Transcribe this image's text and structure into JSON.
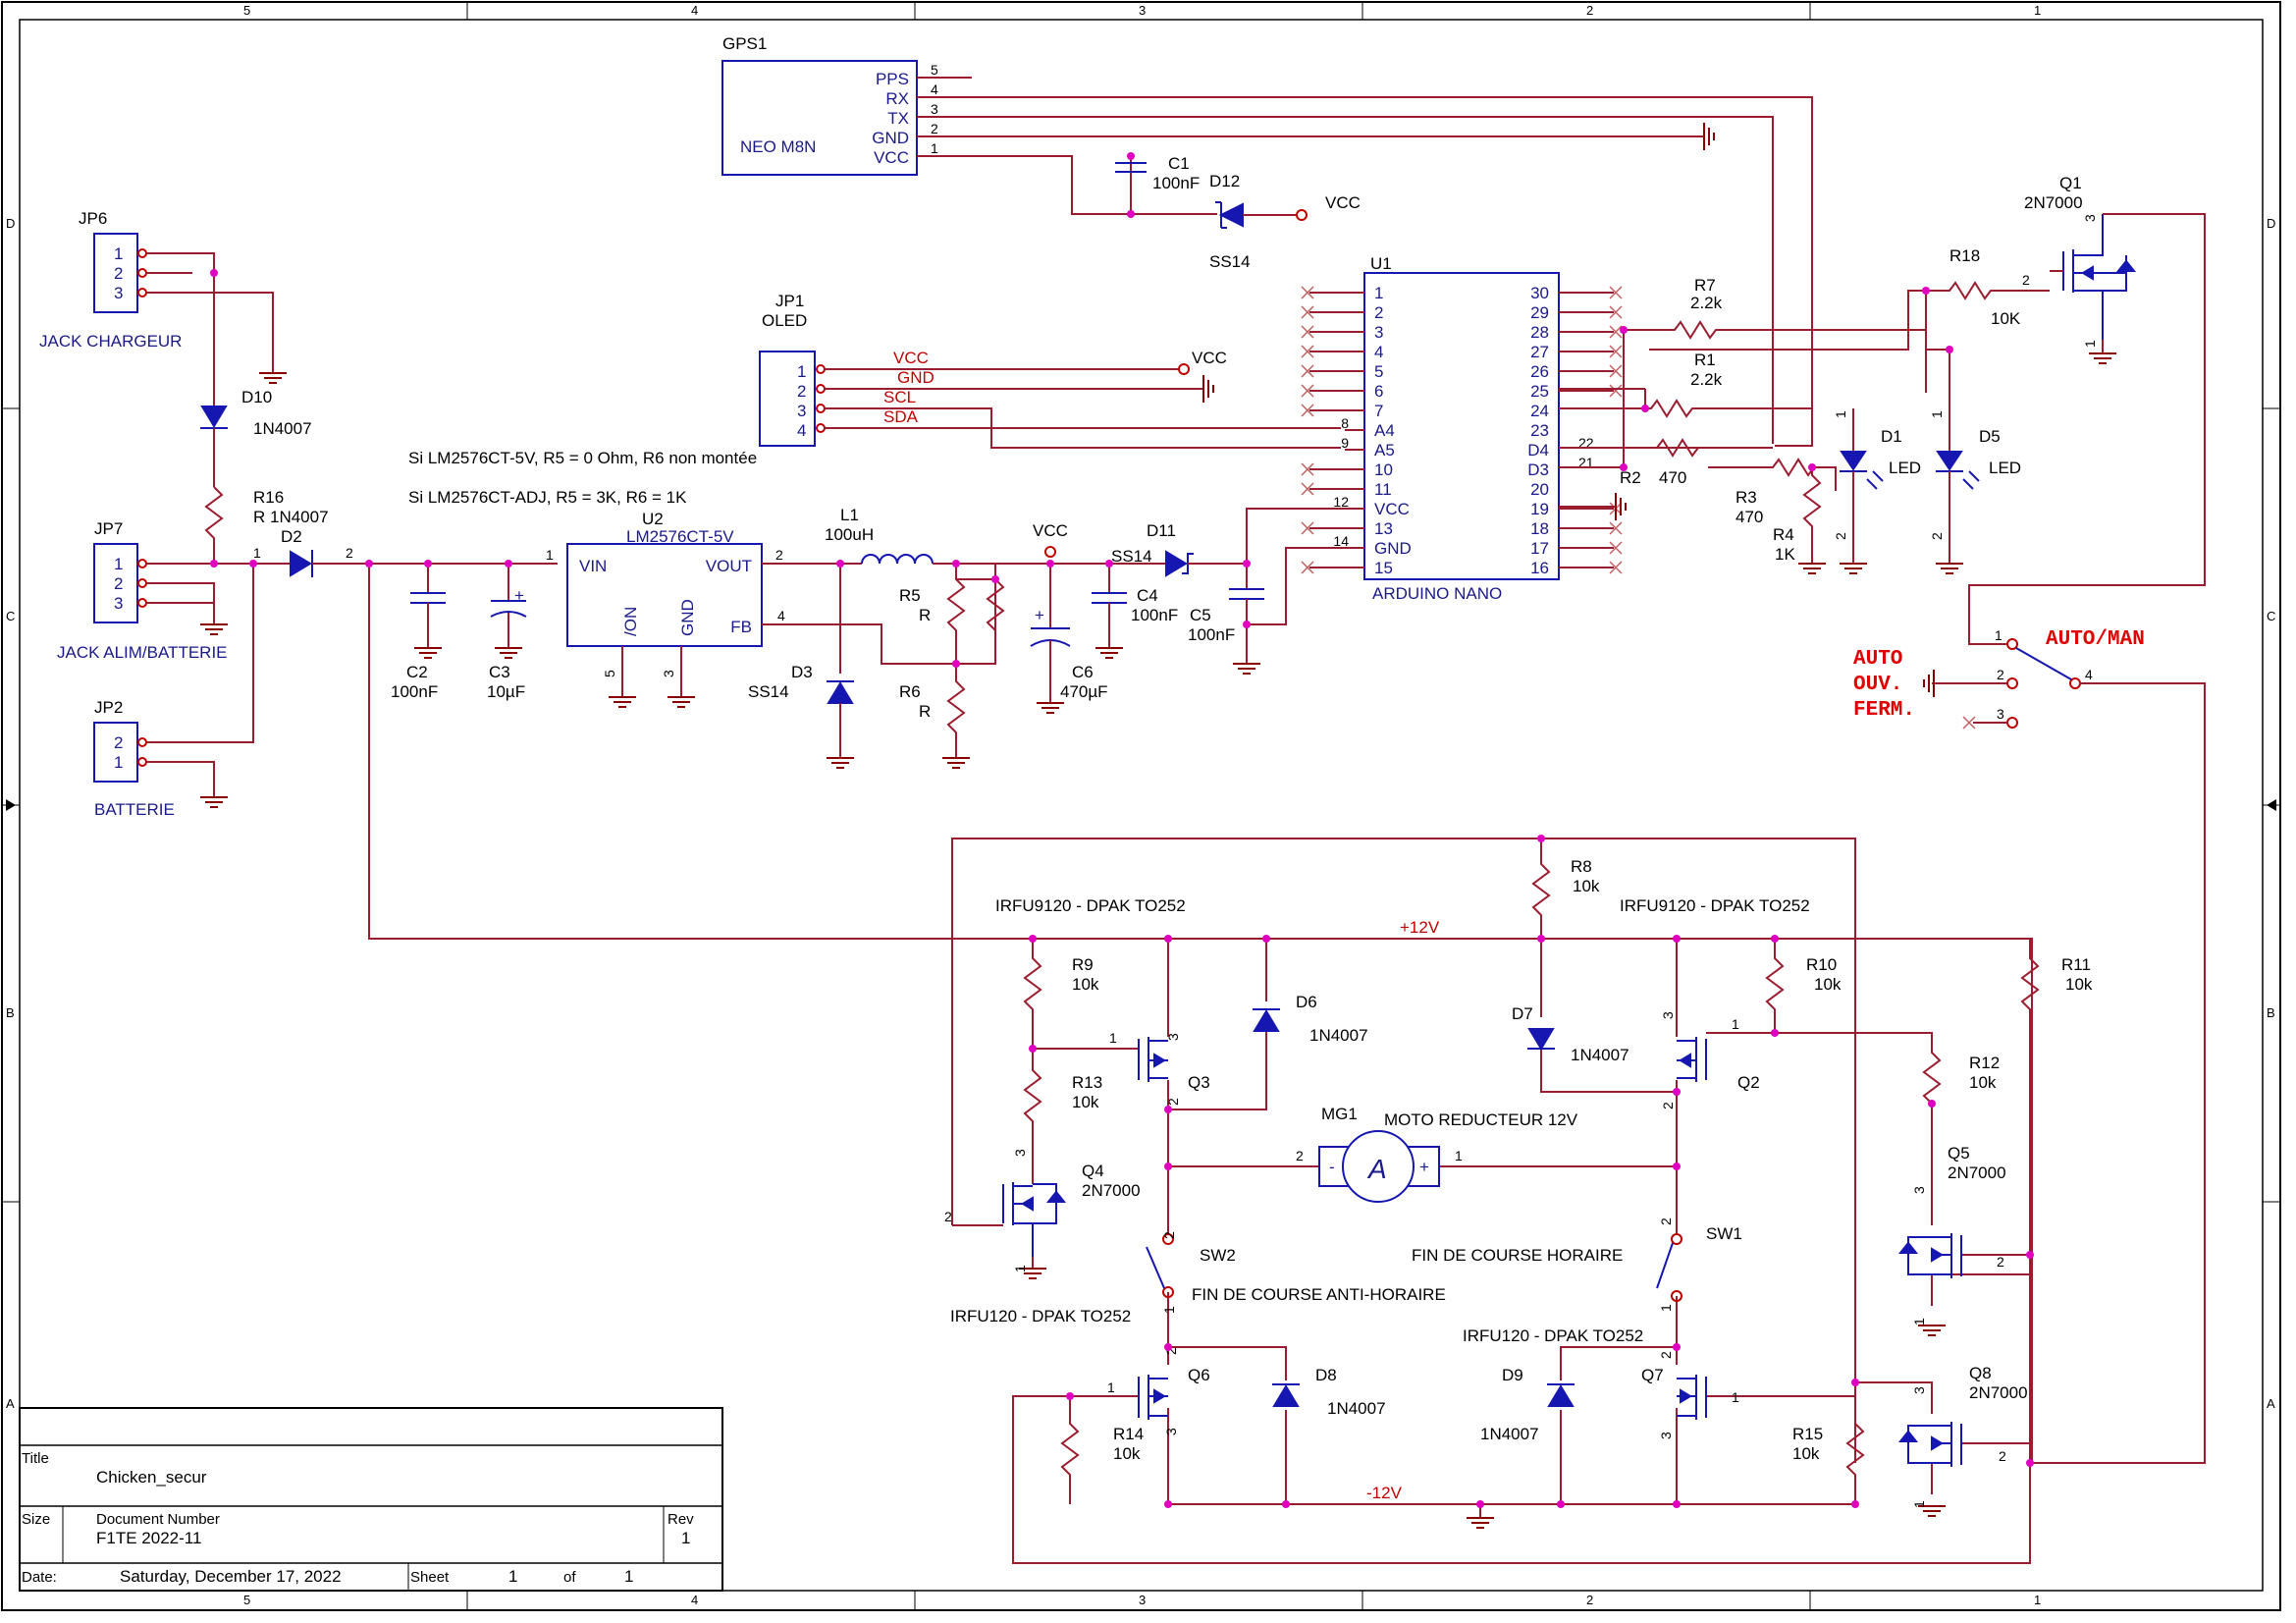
{
  "frame": {
    "cols_top": [
      "5",
      "4",
      "3",
      "2",
      "1"
    ],
    "cols_bottom": [
      "5",
      "4",
      "3",
      "2",
      "1"
    ],
    "rows_left": [
      "D",
      "C",
      "B",
      "A"
    ],
    "rows_right": [
      "D",
      "C",
      "B",
      "A"
    ]
  },
  "title_block": {
    "title_label": "Title",
    "title": "Chicken_secur",
    "size_label": "Size",
    "docnum_label": "Document Number",
    "docnum": "F1TE 2022-11",
    "rev_label": "Rev",
    "rev": "1",
    "date_label": "Date:",
    "date": "Saturday, December 17, 2022",
    "sheet_label": "Sheet",
    "sheet": "1",
    "of_label": "of",
    "sheet_total": "1"
  },
  "gps": {
    "ref": "GPS1",
    "name": "NEO M8N",
    "pins": [
      {
        "label": "PPS",
        "num": "5"
      },
      {
        "label": "RX",
        "num": "4"
      },
      {
        "label": "TX",
        "num": "3"
      },
      {
        "label": "GND",
        "num": "2"
      },
      {
        "label": "VCC",
        "num": "1"
      }
    ]
  },
  "c1": {
    "ref": "C1",
    "value": "100nF"
  },
  "d12": {
    "ref": "D12",
    "value": "SS14",
    "net": "VCC"
  },
  "jp6": {
    "ref": "JP6",
    "name": "JACK CHARGEUR",
    "pins": [
      "1",
      "2",
      "3"
    ]
  },
  "d10": {
    "ref": "D10",
    "value": "1N4007"
  },
  "r16": {
    "ref": "R16",
    "value": "R 1N4007"
  },
  "jp7": {
    "ref": "JP7",
    "name": "JACK ALIM/BATTERIE",
    "pins": [
      "1",
      "2",
      "3"
    ]
  },
  "jp2": {
    "ref": "JP2",
    "name": "BATTERIE",
    "pins": [
      "2",
      "1"
    ]
  },
  "d2": {
    "ref": "D2",
    "p1": "1",
    "p2": "2"
  },
  "oled": {
    "ref": "JP1",
    "name": "OLED",
    "pins": [
      {
        "num": "1",
        "net": "VCC"
      },
      {
        "num": "2",
        "net": "GND"
      },
      {
        "num": "3",
        "net": "SCL"
      },
      {
        "num": "4",
        "net": "SDA"
      }
    ],
    "vcc_net": "VCC"
  },
  "notes": {
    "n1": "Si LM2576CT-5V, R5 = 0 Ohm, R6 non montée",
    "n2": "Si LM2576CT-ADJ, R5 = 3K,  R6 = 1K"
  },
  "c2": {
    "ref": "C2",
    "value": "100nF"
  },
  "c3": {
    "ref": "C3",
    "value": "10µF",
    "plus": "+"
  },
  "u2": {
    "ref": "U2",
    "name": "LM2576CT-5V",
    "vin": "VIN",
    "vout": "VOUT",
    "on": "/ON",
    "gnd": "GND",
    "fb": "FB",
    "p1": "1",
    "p2": "2",
    "p3": "3",
    "p4": "4",
    "p5": "5"
  },
  "l1": {
    "ref": "L1",
    "value": "100uH"
  },
  "d3": {
    "ref": "D3",
    "value": "SS14"
  },
  "r5": {
    "ref": "R5",
    "value": "R"
  },
  "r6": {
    "ref": "R6",
    "value": "R"
  },
  "vcc_mid": {
    "net": "VCC"
  },
  "c6": {
    "ref": "C6",
    "value": "470µF",
    "plus": "+"
  },
  "c4": {
    "ref": "C4",
    "value": "100nF"
  },
  "d11": {
    "ref": "D11",
    "value": "SS14"
  },
  "c5": {
    "ref": "C5",
    "value": "100nF"
  },
  "u1": {
    "ref": "U1",
    "name": "ARDUINO NANO",
    "left": [
      {
        "label": "1",
        "num": ""
      },
      {
        "label": "2",
        "num": ""
      },
      {
        "label": "3",
        "num": ""
      },
      {
        "label": "4",
        "num": ""
      },
      {
        "label": "5",
        "num": ""
      },
      {
        "label": "6",
        "num": ""
      },
      {
        "label": "7",
        "num": ""
      },
      {
        "label": "A4",
        "num": "8"
      },
      {
        "label": "A5",
        "num": "9"
      },
      {
        "label": "10",
        "num": ""
      },
      {
        "label": "11",
        "num": ""
      },
      {
        "label": "VCC",
        "num": "12"
      },
      {
        "label": "13",
        "num": ""
      },
      {
        "label": "GND",
        "num": "14"
      },
      {
        "label": "15",
        "num": ""
      }
    ],
    "right": [
      {
        "label": "30",
        "num": ""
      },
      {
        "label": "29",
        "num": ""
      },
      {
        "label": "28",
        "num": ""
      },
      {
        "label": "27",
        "num": ""
      },
      {
        "label": "26",
        "num": ""
      },
      {
        "label": "25",
        "num": ""
      },
      {
        "label": "24",
        "num": ""
      },
      {
        "label": "23",
        "num": ""
      },
      {
        "label": "D4",
        "num": "22"
      },
      {
        "label": "D3",
        "num": "21"
      },
      {
        "label": "20",
        "num": ""
      },
      {
        "label": "19",
        "num": ""
      },
      {
        "label": "18",
        "num": ""
      },
      {
        "label": "17",
        "num": ""
      },
      {
        "label": "16",
        "num": ""
      }
    ]
  },
  "r7": {
    "ref": "R7",
    "value": "2.2k"
  },
  "r1": {
    "ref": "R1",
    "value": "2.2k"
  },
  "r2": {
    "ref": "R2",
    "value": "470"
  },
  "r3": {
    "ref": "R3",
    "value": "470"
  },
  "r4": {
    "ref": "R4",
    "value": "1K"
  },
  "d1": {
    "ref": "D1",
    "value": "LED",
    "p1": "1",
    "p2": "2"
  },
  "d5": {
    "ref": "D5",
    "value": "LED",
    "p1": "1",
    "p2": "2"
  },
  "r18": {
    "ref": "R18",
    "value": "10K",
    "pin": "2"
  },
  "q1": {
    "ref": "Q1",
    "value": "2N7000",
    "p3": "3",
    "p1": "1"
  },
  "switch": {
    "title": "AUTO/MAN",
    "auto": "AUTO",
    "ouv": "OUV.",
    "ferm": "FERM.",
    "p1": "1",
    "p2": "2",
    "p3": "3",
    "p4": "4"
  },
  "power": {
    "plus12": "+12V",
    "minus12": "-12V"
  },
  "r8": {
    "ref": "R8",
    "value": "10k"
  },
  "r9": {
    "ref": "R9",
    "value": "10k"
  },
  "r10": {
    "ref": "R10",
    "value": "10k"
  },
  "r11": {
    "ref": "R11",
    "value": "10k"
  },
  "r12": {
    "ref": "R12",
    "value": "10k"
  },
  "r13": {
    "ref": "R13",
    "value": "10k"
  },
  "r14": {
    "ref": "R14",
    "value": "10k"
  },
  "r15": {
    "ref": "R15",
    "value": "10k"
  },
  "q3": {
    "ref": "Q3",
    "part": "IRFU9120 - DPAK TO252",
    "p1": "1",
    "p2": "2",
    "p3": "3"
  },
  "q2": {
    "ref": "Q2",
    "part": "IRFU9120 - DPAK TO252",
    "p1": "1",
    "p2": "2",
    "p3": "3"
  },
  "q6": {
    "ref": "Q6",
    "part": "IRFU120 - DPAK TO252",
    "p1": "1",
    "p2": "2",
    "p3": "3"
  },
  "q7": {
    "ref": "Q7",
    "part": "IRFU120 - DPAK TO252",
    "p1": "1",
    "p2": "2",
    "p3": "3"
  },
  "q4": {
    "ref": "Q4",
    "value": "2N7000",
    "p1": "1",
    "p2": "2",
    "p3": "3"
  },
  "q5": {
    "ref": "Q5",
    "value": "2N7000",
    "p1": "1",
    "p2": "2",
    "p3": "3"
  },
  "q8": {
    "ref": "Q8",
    "value": "2N7000",
    "p1": "1",
    "p2": "2",
    "p3": "3"
  },
  "d6": {
    "ref": "D6",
    "value": "1N4007"
  },
  "d7": {
    "ref": "D7",
    "value": "1N4007"
  },
  "d8": {
    "ref": "D8",
    "value": "1N4007"
  },
  "d9": {
    "ref": "D9",
    "value": "1N4007"
  },
  "mg1": {
    "ref": "MG1",
    "name": "MOTO REDUCTEUR 12V",
    "p1": "1",
    "p2": "2",
    "minus": "-",
    "plus": "+",
    "glyph": "A"
  },
  "sw2": {
    "ref": "SW2",
    "name": "FIN DE COURSE ANTI-HORAIRE",
    "p1": "1",
    "p2": "2"
  },
  "sw1": {
    "ref": "SW1",
    "name": "FIN DE COURSE HORAIRE",
    "p1": "1",
    "p2": "2"
  }
}
